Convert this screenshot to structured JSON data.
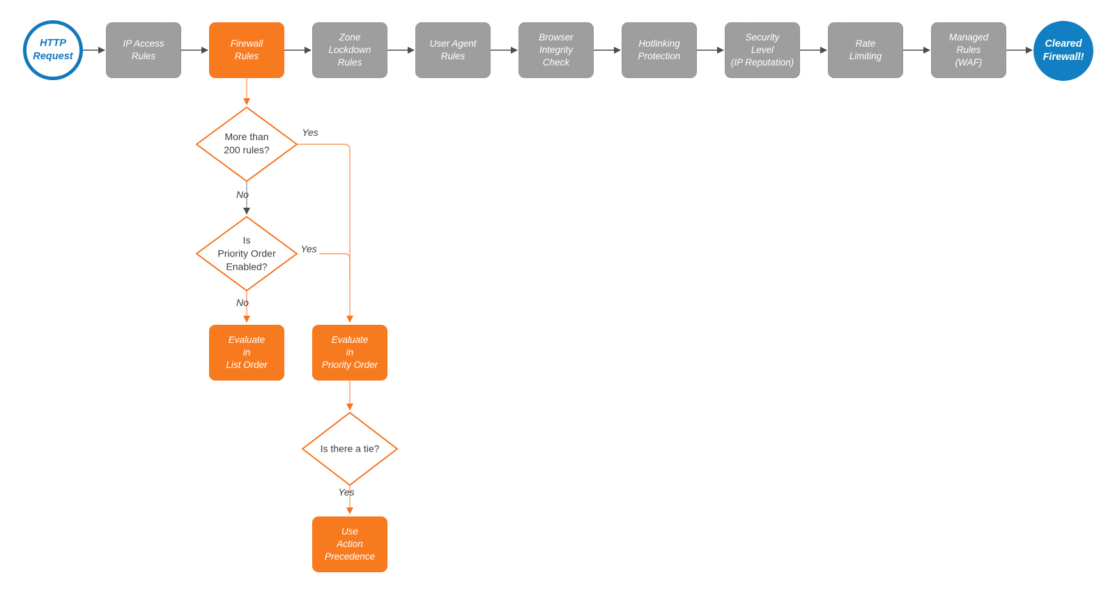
{
  "colors": {
    "accent_orange": "#f87a1f",
    "connector_orange": "#f89a5f",
    "node_gray": "#9e9e9e",
    "arrow_gray": "#4d4d4d",
    "start_blue": "#1279bd",
    "end_blue": "#127fc2",
    "diamond_border": "#f7741d",
    "text_dark": "#3c3c3c"
  },
  "flow": {
    "start": {
      "label": "HTTP\nRequest"
    },
    "steps": [
      {
        "label": "IP Access\nRules",
        "active": false
      },
      {
        "label": "Firewall\nRules",
        "active": true
      },
      {
        "label": "Zone\nLockdown\nRules",
        "active": false
      },
      {
        "label": "User Agent\nRules",
        "active": false
      },
      {
        "label": "Browser\nIntegrity\nCheck",
        "active": false
      },
      {
        "label": "Hotlinking\nProtection",
        "active": false
      },
      {
        "label": "Security\nLevel\n(IP Reputation)",
        "active": false
      },
      {
        "label": "Rate\nLimiting",
        "active": false
      },
      {
        "label": "Managed\nRules\n(WAF)",
        "active": false
      }
    ],
    "end": {
      "label": "Cleared\nFirewall!"
    }
  },
  "decisions": {
    "more_than_200": {
      "question": "More than\n200 rules?",
      "yes_label": "Yes",
      "no_label": "No"
    },
    "priority_enabled": {
      "question": "Is\nPriority Order\nEnabled?",
      "yes_label": "Yes",
      "no_label": "No"
    },
    "tie": {
      "question": "Is there a tie?",
      "yes_label": "Yes"
    }
  },
  "actions": {
    "list_order": {
      "label": "Evaluate\nin\nList Order"
    },
    "priority_order": {
      "label": "Evaluate\nin\nPriority Order"
    },
    "action_precedence": {
      "label": "Use\nAction\nPrecedence"
    }
  }
}
